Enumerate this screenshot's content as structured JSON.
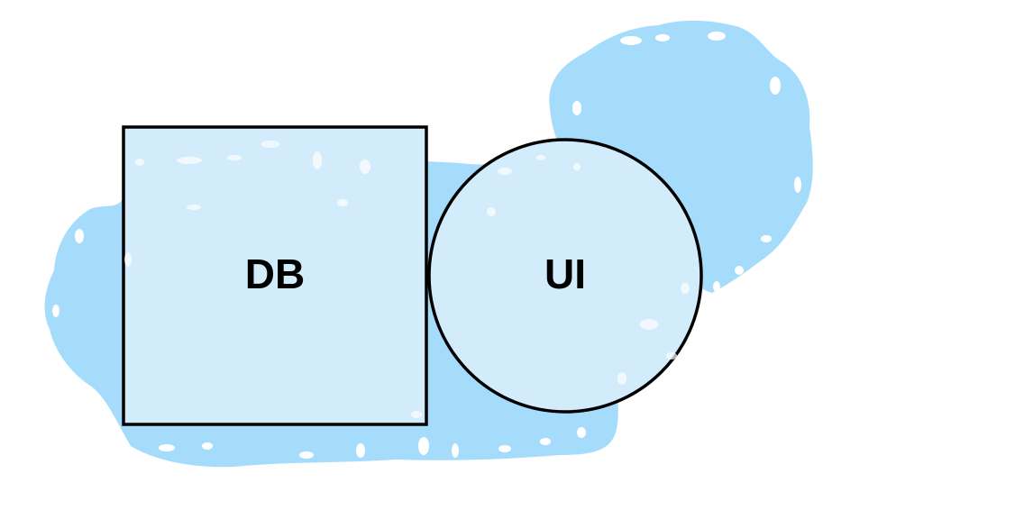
{
  "diagram": {
    "nodes": [
      {
        "id": "db",
        "shape": "rectangle",
        "label": "DB"
      },
      {
        "id": "ui",
        "shape": "circle",
        "label": "UI"
      }
    ]
  },
  "colors": {
    "splash": "#a5dcfb",
    "splash_light": "#d2ecfc",
    "stroke": "#000000",
    "background": "#ffffff"
  }
}
